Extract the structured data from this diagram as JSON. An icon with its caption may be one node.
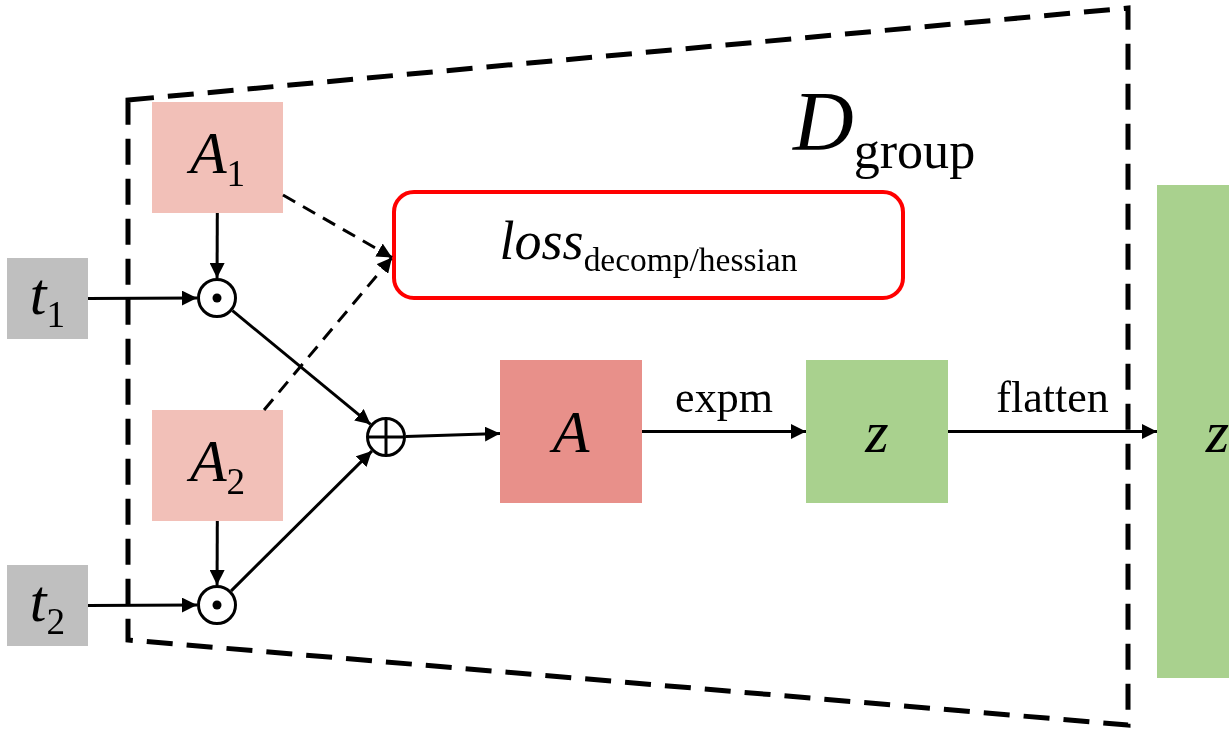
{
  "diagram": {
    "nodes": [
      {
        "text": [
          "*D*$_{group}$"
        ]
      },
      {
        "text": [
          "*A*$_{1}$"
        ],
        "in": 0
      },
      {
        "text": [
          "*t*$_{1}$"
        ]
      },
      {
        "text": [],
        "shape": "circle",
        "in": 0
      },
      {
        "text": [
          "*A*$_{2}$"
        ],
        "in": 0
      },
      {
        "text": [
          "*t*$_{2}$"
        ]
      },
      {
        "text": [],
        "shape": "circle",
        "in": 0
      },
      {
        "text": [],
        "shape": "circle",
        "in": 0
      },
      {
        "text": [
          "*loss*$_{decomp/hessian}$"
        ],
        "in": 0
      },
      {
        "text": [
          "*A*"
        ],
        "in": 0
      },
      {
        "text": [
          "*z*"
        ],
        "in": 0
      },
      {
        "text": [
          "*z*"
        ]
      }
    ],
    "edges": [
      {
        "from": 2,
        "to": 3,
        "arrow": "to"
      },
      {
        "from": 1,
        "to": 3,
        "arrow": "to"
      },
      {
        "from": 5,
        "to": 6,
        "arrow": "to"
      },
      {
        "from": 4,
        "to": 6,
        "arrow": "to"
      },
      {
        "from": 3,
        "to": 7,
        "arrow": "to"
      },
      {
        "from": 6,
        "to": 7,
        "arrow": "to"
      },
      {
        "from": 7,
        "to": 9,
        "arrow": "to"
      },
      {
        "from": 9,
        "to": 10,
        "label": "expm",
        "arrow": "to"
      },
      {
        "from": 10,
        "to": 11,
        "label": "flatten",
        "arrow": "to"
      },
      {
        "from": 1,
        "to": 8,
        "arrow": "to",
        "style": "dashed"
      },
      {
        "from": 4,
        "to": 8,
        "arrow": "to",
        "style": "dashed"
      }
    ]
  }
}
